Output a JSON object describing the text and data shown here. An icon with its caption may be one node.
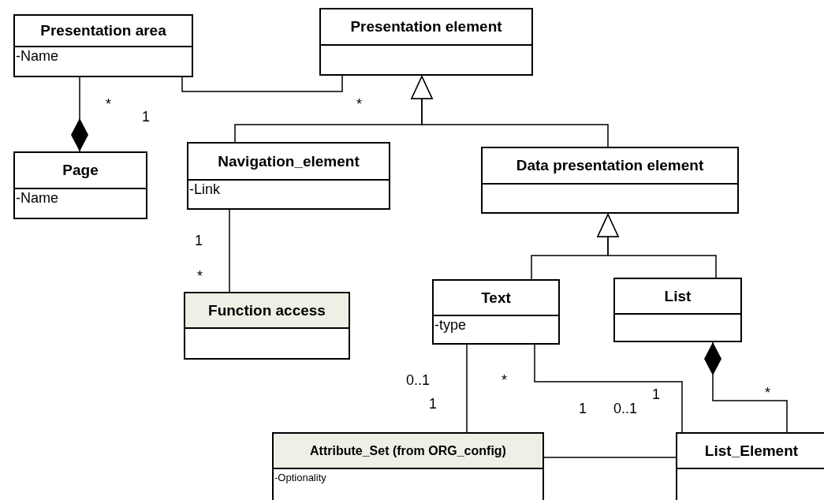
{
  "diagram": {
    "nodes": [
      {
        "text": [
          "Presentation area",
          "-Name"
        ]
      },
      {
        "text": [
          "Presentation element"
        ]
      },
      {
        "text": [
          "Page",
          "-Name"
        ]
      },
      {
        "text": [
          "Navigation_element",
          "-Link"
        ]
      },
      {
        "text": [
          "Data presentation element"
        ]
      },
      {
        "text": [
          "Function access"
        ]
      },
      {
        "text": [
          "Text",
          "-type"
        ]
      },
      {
        "text": [
          "List"
        ]
      },
      {
        "text": [
          "Attribute_Set (from ORG_config)",
          "-Optionality"
        ]
      },
      {
        "text": [
          "List_Element"
        ]
      }
    ],
    "edges": [
      {
        "from": 0,
        "to": 2,
        "arrow": "other"
      },
      {
        "from": 0,
        "to": 1,
        "arrow": "none"
      },
      {
        "from": 3,
        "to": 1,
        "arrow": "to"
      },
      {
        "from": 4,
        "to": 1,
        "arrow": "to"
      },
      {
        "from": 3,
        "to": 5,
        "arrow": "none"
      },
      {
        "from": 6,
        "to": 4,
        "arrow": "to"
      },
      {
        "from": 7,
        "to": 4,
        "arrow": "to"
      },
      {
        "from": 6,
        "to": 8,
        "arrow": "none"
      },
      {
        "from": 6,
        "to": 9,
        "arrow": "none"
      },
      {
        "from": 9,
        "to": 7,
        "arrow": "other"
      },
      {
        "from": 8,
        "to": 9,
        "arrow": "none"
      }
    ],
    "labels": [
      "*",
      "1",
      "*",
      "1",
      "*",
      "0..1",
      "*",
      "1",
      "1",
      "*",
      "1",
      "0..1"
    ]
  }
}
